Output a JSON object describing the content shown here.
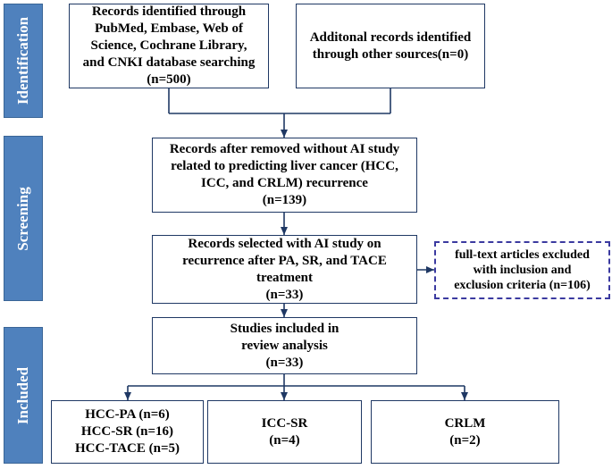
{
  "phases": {
    "identification": "Identification",
    "screening": "Screening",
    "included": "Included"
  },
  "boxes": {
    "database": {
      "lines": [
        "Records identified through",
        "PubMed, Embase, Web of",
        "Science, Cochrane Library,",
        "and CNKI database searching",
        "(n=500)"
      ]
    },
    "other_sources": {
      "lines": [
        "Additonal records identified",
        "through other sources(n=0)"
      ]
    },
    "after_removed": {
      "lines": [
        "Records after removed without AI study",
        "related to predicting liver cancer  (HCC,",
        "ICC, and CRLM) recurrence",
        "(n=139)"
      ]
    },
    "selected": {
      "lines": [
        "Records selected with AI study on",
        "recurrence after PA, SR, and TACE",
        "treatment",
        "(n=33)"
      ]
    },
    "excluded": {
      "lines": [
        "full-text articles excluded",
        "with inclusion and",
        "exclusion criteria (n=106)"
      ]
    },
    "review": {
      "lines": [
        "Studies included in",
        "review analysis",
        "(n=33)"
      ]
    },
    "hcc": {
      "lines": [
        "HCC-PA (n=6)",
        "HCC-SR (n=16)",
        "HCC-TACE (n=5)"
      ]
    },
    "icc": {
      "lines": [
        "ICC-SR",
        "(n=4)"
      ]
    },
    "crlm": {
      "lines": [
        "CRLM",
        "(n=2)"
      ]
    }
  },
  "colors": {
    "phase_fill": "#4f81bd",
    "box_border": "#1f3864",
    "dashed_border": "#3b3aa0",
    "arrow": "#1f3864"
  }
}
